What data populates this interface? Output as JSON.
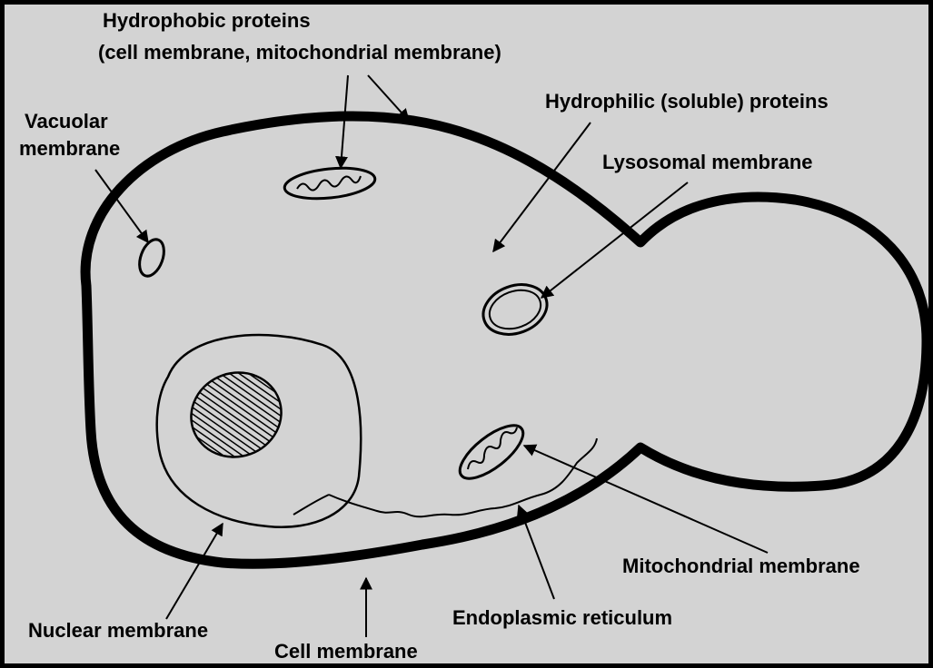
{
  "labels": {
    "hydrophobic_line1": "Hydrophobic proteins",
    "hydrophobic_line2": "(cell membrane, mitochondrial membrane)",
    "vacuolar_line1": "Vacuolar",
    "vacuolar_line2": "membrane",
    "hydrophilic": "Hydrophilic (soluble) proteins",
    "lysosomal": "Lysosomal membrane",
    "mitochondrial": "Mitochondrial membrane",
    "endoplasmic": "Endoplasmic reticulum",
    "nuclear": "Nuclear membrane",
    "cell_membrane": "Cell membrane"
  },
  "colors": {
    "background": "#d3d3d3",
    "frame": "#000000",
    "ink": "#000000"
  }
}
